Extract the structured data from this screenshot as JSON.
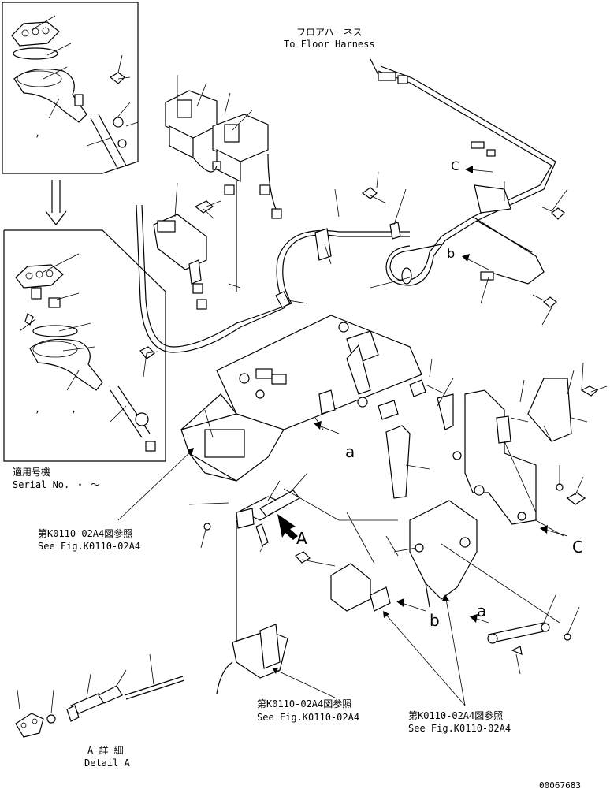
{
  "labels": {
    "floor_harness_jp": "フロアハーネス",
    "floor_harness_en": "To Floor Harness",
    "ref_c_top": "C",
    "ref_b_top": "b",
    "ref_a_mid": "a",
    "ref_a_right": "a",
    "ref_b_bottom": "b",
    "ref_c_right": "C",
    "view_A": "A",
    "serial_jp": "適用号機",
    "serial_en": "Serial No.  ・  ～",
    "see_fig_1_jp": "第K0110-02A4図参照",
    "see_fig_1_en": "See Fig.K0110-02A4",
    "see_fig_2_jp": "第K0110-02A4図参照",
    "see_fig_2_en": "See Fig.K0110-02A4",
    "see_fig_3_jp": "第K0110-02A4図参照",
    "see_fig_3_en": "See Fig.K0110-02A4",
    "detail_jp": "A 詳 細",
    "detail_en": "Detail A",
    "drawing_number": "00067683",
    "comma_1": ",",
    "comma_2": ",",
    "comma_3": ","
  }
}
